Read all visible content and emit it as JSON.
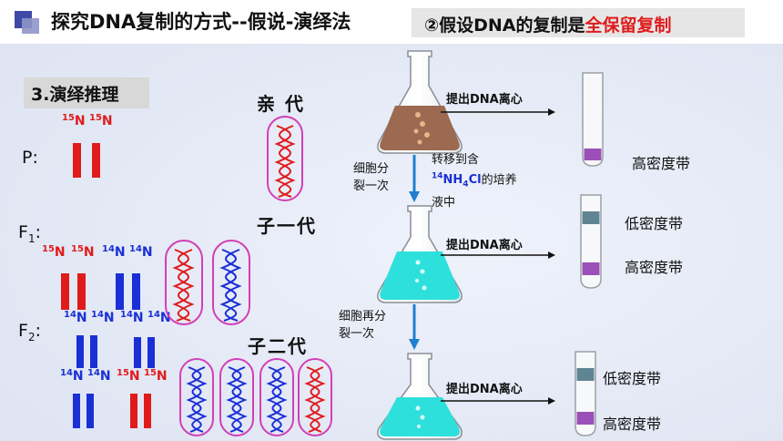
{
  "header": {
    "title": "探究DNA复制的方式--假说-演绎法",
    "hypothesis_prefix": "②假设DNA的复制是",
    "hypothesis_highlight": "全保留复制"
  },
  "section_label": "3.演绎推理",
  "generations": {
    "p": "P:",
    "f1": "F",
    "f1_sub": "1",
    "f1_colon": ":",
    "f2": "F",
    "f2_sub": "2",
    "f2_colon": ":"
  },
  "isotopes": {
    "n15_mass": "15",
    "n14_mass": "14",
    "n_symbol": "N"
  },
  "generation_titles": {
    "parent": "亲 代",
    "first": "子一代",
    "second": "子二代"
  },
  "experiment": {
    "centrifuge_label": "提出DNA离心",
    "divide_once": [
      "细胞分",
      "裂一次"
    ],
    "transfer": [
      "转移到含",
      "的培养",
      "液中"
    ],
    "nh4cl": {
      "mass": "14",
      "formula_a": "NH",
      "sub": "4",
      "formula_b": "Cl"
    },
    "divide_again": [
      "细胞再分",
      "裂一次"
    ],
    "high_band": "高密度带",
    "low_band": "低密度带"
  },
  "colors": {
    "n15_strand": "#e01b1b",
    "n14_strand": "#1a2fd6",
    "high_band": "#9b4fb8",
    "low_band": "#5f8594",
    "arrow_blue": "#1f7fd0",
    "flask_brown": "#9b6a50",
    "flask_cyan": "#2ee0dc"
  },
  "icons": [
    "title-square-icon",
    "dna-helix-icon",
    "flask-icon",
    "centrifuge-tube-icon",
    "arrow-icon"
  ]
}
